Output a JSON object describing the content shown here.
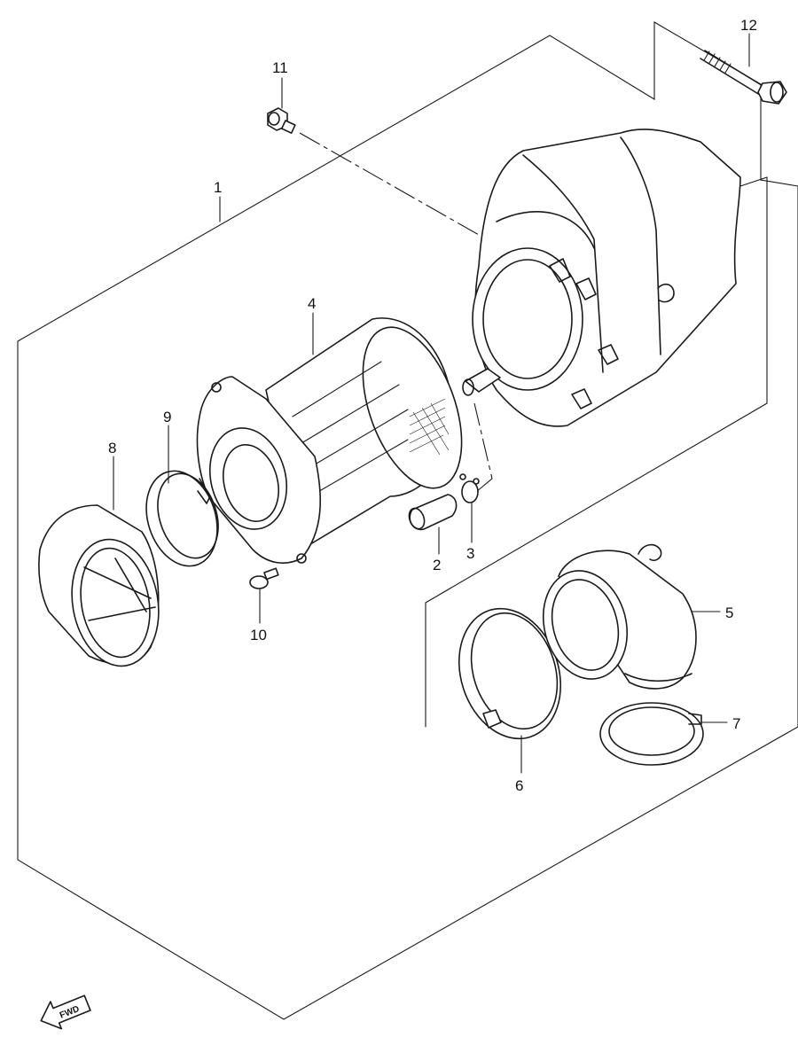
{
  "callouts": [
    {
      "id": "1",
      "label": "1"
    },
    {
      "id": "2",
      "label": "2"
    },
    {
      "id": "3",
      "label": "3"
    },
    {
      "id": "4",
      "label": "4"
    },
    {
      "id": "5",
      "label": "5"
    },
    {
      "id": "6",
      "label": "6"
    },
    {
      "id": "7",
      "label": "7"
    },
    {
      "id": "8",
      "label": "8"
    },
    {
      "id": "9",
      "label": "9"
    },
    {
      "id": "10",
      "label": "10"
    },
    {
      "id": "11",
      "label": "11"
    },
    {
      "id": "12",
      "label": "12"
    }
  ],
  "direction_arrow": {
    "label": "FWD",
    "icon": "fwd-arrow-icon"
  }
}
